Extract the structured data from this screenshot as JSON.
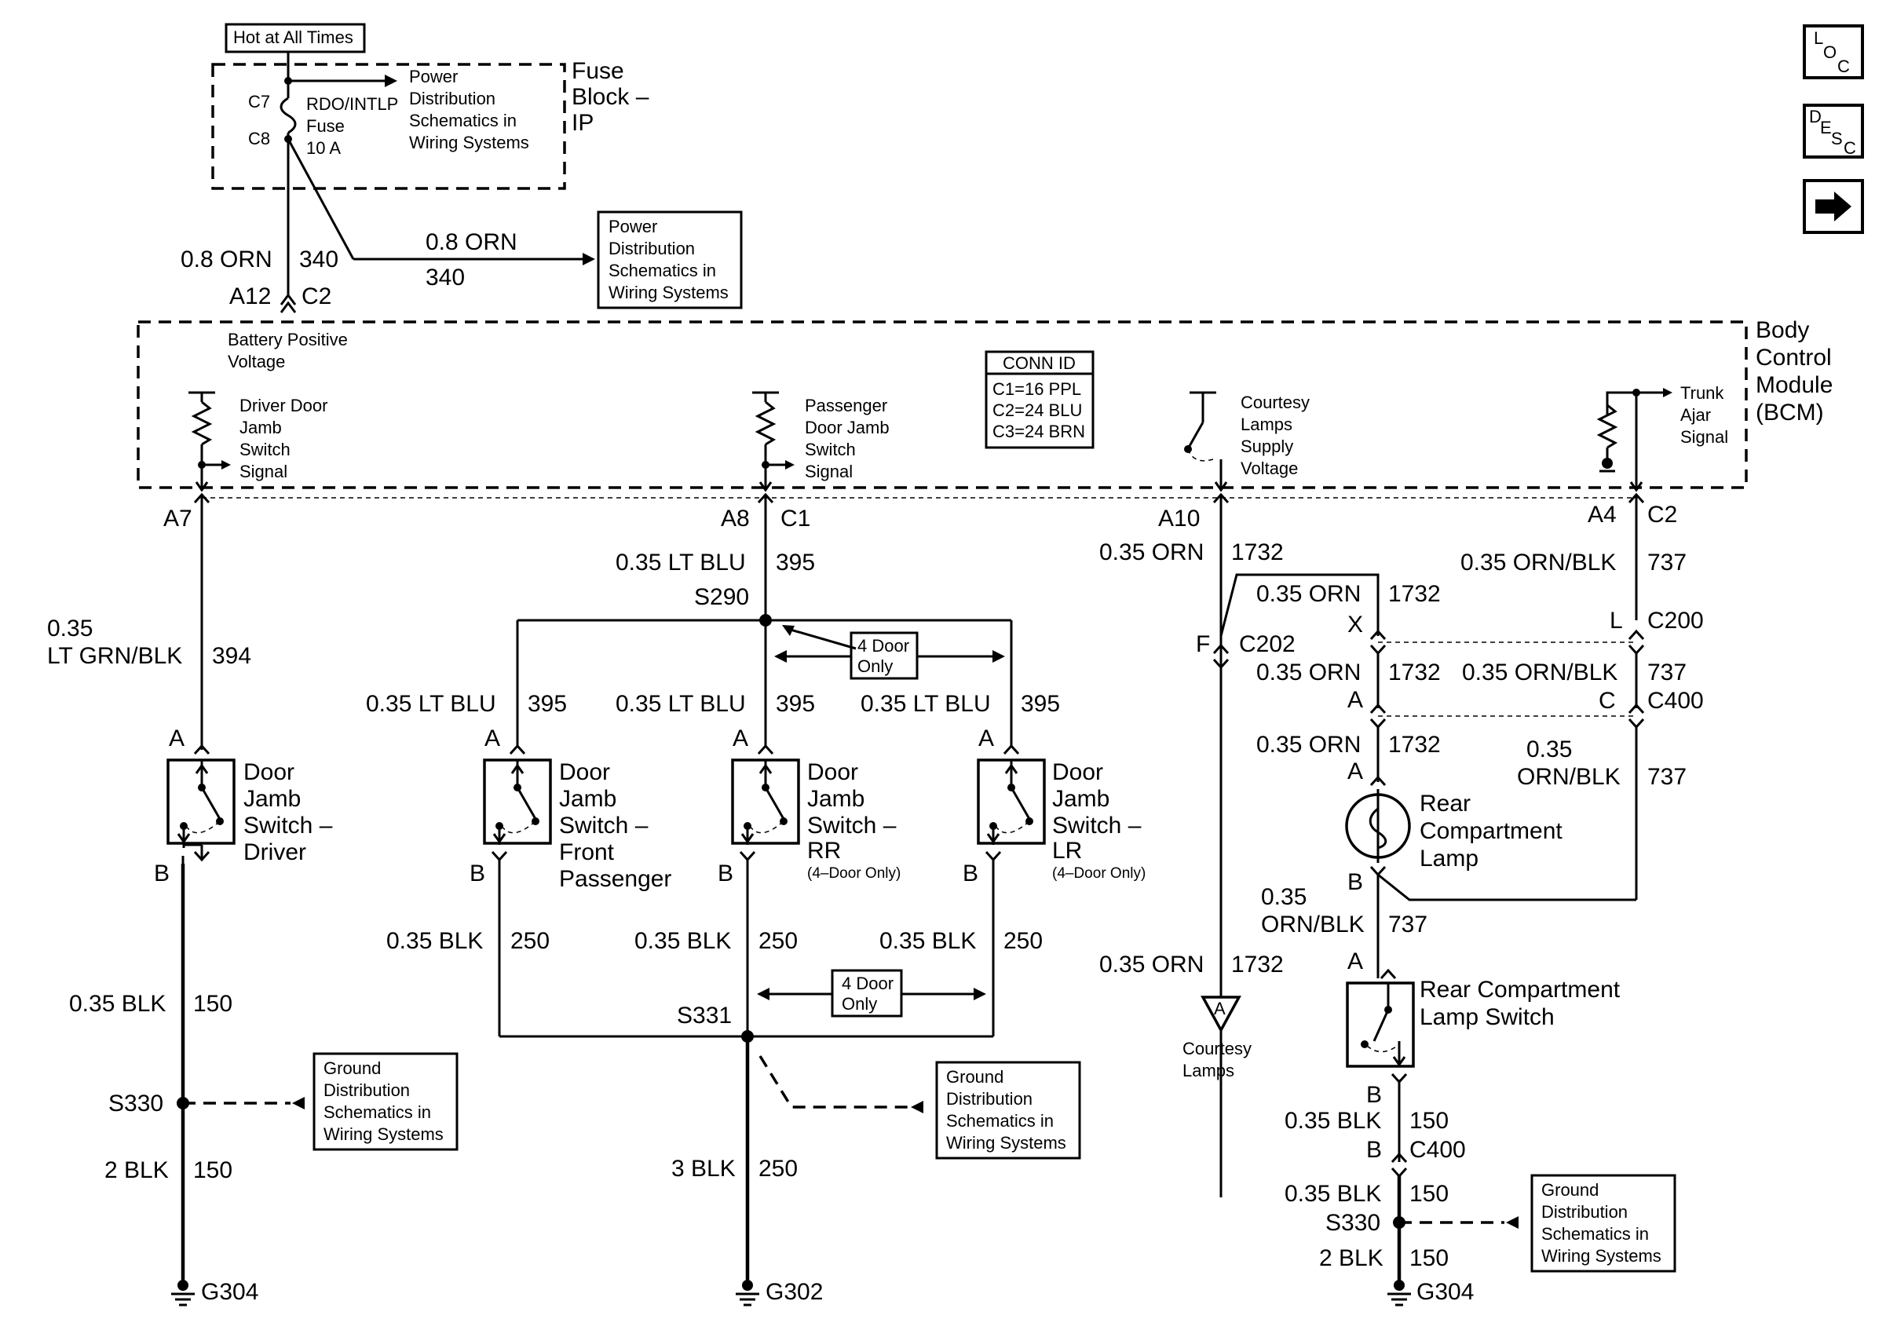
{
  "fuse_block": {
    "hot_label": "Hot at All Times",
    "title": [
      "Fuse",
      "Block –",
      "IP"
    ],
    "c7": "C7",
    "c8": "C8",
    "fuse_name": [
      "RDO/INTLP",
      "Fuse",
      "10 A"
    ],
    "power_ref": [
      "Power",
      "Distribution",
      "Schematics in",
      "Wiring Systems"
    ]
  },
  "feed": {
    "wire_size_color": "0.8 ORN",
    "circuit": "340",
    "branch_size_color": "0.8 ORN",
    "branch_circuit": "340",
    "power_ref": [
      "Power",
      "Distribution",
      "Schematics in",
      "Wiring Systems"
    ],
    "pin": "A12",
    "connector": "C2"
  },
  "bcm": {
    "title": [
      "Body",
      "Control",
      "Module",
      "(BCM)"
    ],
    "battery_voltage": [
      "Battery Positive",
      "Voltage"
    ],
    "conn_id_header": "CONN ID",
    "conn_id": [
      "C1=16 PPL",
      "C2=24 BLU",
      "C3=24 BRN"
    ],
    "driver_signal": [
      "Driver Door",
      "Jamb",
      "Switch",
      "Signal"
    ],
    "passenger_signal": [
      "Passenger",
      "Door Jamb",
      "Switch",
      "Signal"
    ],
    "courtesy_supply": [
      "Courtesy",
      "Lamps",
      "Supply",
      "Voltage"
    ],
    "trunk_signal": [
      "Trunk",
      "Ajar",
      "Signal"
    ]
  },
  "driver_branch": {
    "pin": "A7",
    "wire_size": "0.35",
    "wire_color": "LT GRN/BLK",
    "circuit": "394",
    "switch_pin_a": "A",
    "switch_pin_b": "B",
    "switch_name": [
      "Door",
      "Jamb",
      "Switch –",
      "Driver"
    ],
    "ground_wire": "0.35 BLK",
    "ground_circuit": "150",
    "splice": "S330",
    "ground_ref": [
      "Ground",
      "Distribution",
      "Schematics in",
      "Wiring Systems"
    ],
    "ground_wire2": "2 BLK",
    "ground_circuit2": "150",
    "ground": "G304"
  },
  "passenger_branch": {
    "pin": "A8",
    "connector": "C1",
    "wire": "0.35 LT BLU",
    "circuit": "395",
    "splice": "S290",
    "four_door": [
      "4 Door",
      "Only"
    ],
    "branch_wire": "0.35 LT BLU",
    "branch_circuit": "395",
    "pin_a": "A",
    "pin_b": "B",
    "switch_front": [
      "Door",
      "Jamb",
      "Switch –",
      "Front",
      "Passenger"
    ],
    "switch_rr": [
      "Door",
      "Jamb",
      "Switch –",
      "RR"
    ],
    "switch_lr": [
      "Door",
      "Jamb",
      "Switch –",
      "LR"
    ],
    "four_door_only": "(4–Door Only)",
    "ground_wire": "0.35 BLK",
    "ground_circuit": "250",
    "splice_ground": "S331",
    "four_door2": [
      "4 Door",
      "Only"
    ],
    "ground_ref": [
      "Ground",
      "Distribution",
      "Schematics in",
      "Wiring Systems"
    ],
    "main_ground_wire": "3 BLK",
    "main_ground_circuit": "250",
    "ground": "G302"
  },
  "courtesy_branch": {
    "pin": "A10",
    "wire": "0.35 ORN",
    "circuit": "1732",
    "pin_f": "F",
    "connector": "C202",
    "pin_x": "X",
    "pin_a": "A",
    "pin_b": "B",
    "lamp_name": [
      "Rear",
      "Compartment",
      "Lamp"
    ],
    "courtesy_wire": "0.35 ORN",
    "courtesy_circuit": "1732",
    "courtesy_ref": "A",
    "courtesy_lamps": [
      "Courtesy",
      "Lamps"
    ]
  },
  "trunk_branch": {
    "pin": "A4",
    "connector": "C2",
    "wire": "0.35 ORN/BLK",
    "circuit": "737",
    "pin_l": "L",
    "c200": "C200",
    "pin_c": "C",
    "c400": "C400",
    "wire_size": "0.35",
    "wire_color": "ORN/BLK",
    "lamp_sw_wire_size": "0.35",
    "lamp_sw_wire_color": "ORN/BLK",
    "switch_name": [
      "Rear Compartment",
      "Lamp Switch"
    ],
    "ground_wire": "0.35 BLK",
    "ground_circuit": "150",
    "pin_b": "B",
    "c400_b": "C400",
    "splice": "S330",
    "ground_ref": [
      "Ground",
      "Distribution",
      "Schematics in",
      "Wiring Systems"
    ],
    "ground_wire2": "2 BLK",
    "ground_circuit2": "150",
    "ground": "G304"
  },
  "nav": {
    "loc": "LOC",
    "desc": "DESC",
    "next_icon": "arrow-right-icon"
  }
}
